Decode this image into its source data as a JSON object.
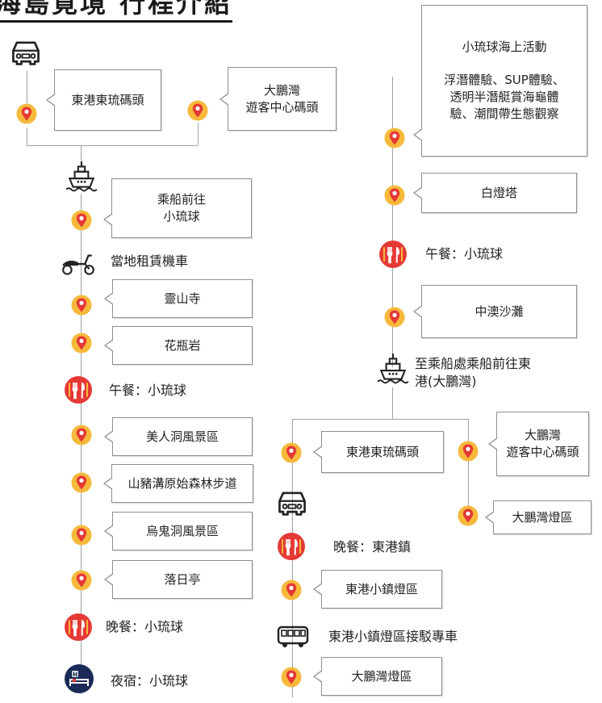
{
  "title": "海島覓境 行程介紹",
  "left_column": {
    "pier_a": "東港東琉碼頭",
    "pier_b_line1": "大鵬灣",
    "pier_b_line2": "遊客中心碼頭",
    "ferry_line1": "乘船前往",
    "ferry_line2": "小琉球",
    "scooter": "當地租賃機車",
    "stop1": "靈山寺",
    "stop2": "花瓶岩",
    "lunch": "午餐：小琉球",
    "stop3": "美人洞風景區",
    "stop4": "山豬溝原始森林步道",
    "stop5": "烏鬼洞風景區",
    "stop6": "落日亭",
    "dinner": "晚餐：小琉球",
    "stay": "夜宿：小琉球"
  },
  "right_column": {
    "sea_title": "小琉球海上活動",
    "sea_desc_1": "浮潛體驗、SUP體驗、",
    "sea_desc_2": "透明半潛艇賞海龜體",
    "sea_desc_3": "驗、潮間帶生態觀察",
    "stop1": "白燈塔",
    "lunch": "午餐：小琉球",
    "stop2": "中澳沙灘",
    "ferry_line1": "至乘船處乘船前往東",
    "ferry_line2": "港(大鵬灣)",
    "pier_a": "東港東琉碼頭",
    "pier_b_line1": "大鵬灣",
    "pier_b_line2": "遊客中心碼頭",
    "lights_b": "大鵬灣燈區",
    "dinner": "晚餐：東港鎮",
    "town_lights": "東港小鎮燈區",
    "shuttle": "東港小鎮燈區接駁專車",
    "lights_end": "大鵬灣燈區"
  },
  "colors": {
    "pin_outer": "#f6b93b",
    "pin_inner": "#e53935",
    "meal_bg": "#e53935",
    "hotel_bg": "#1b2a57",
    "line": "#9aa3a6"
  },
  "icons": [
    "car-icon",
    "ship-icon",
    "scooter-icon",
    "meal-icon",
    "hotel-icon",
    "bus-icon",
    "pin-icon"
  ]
}
